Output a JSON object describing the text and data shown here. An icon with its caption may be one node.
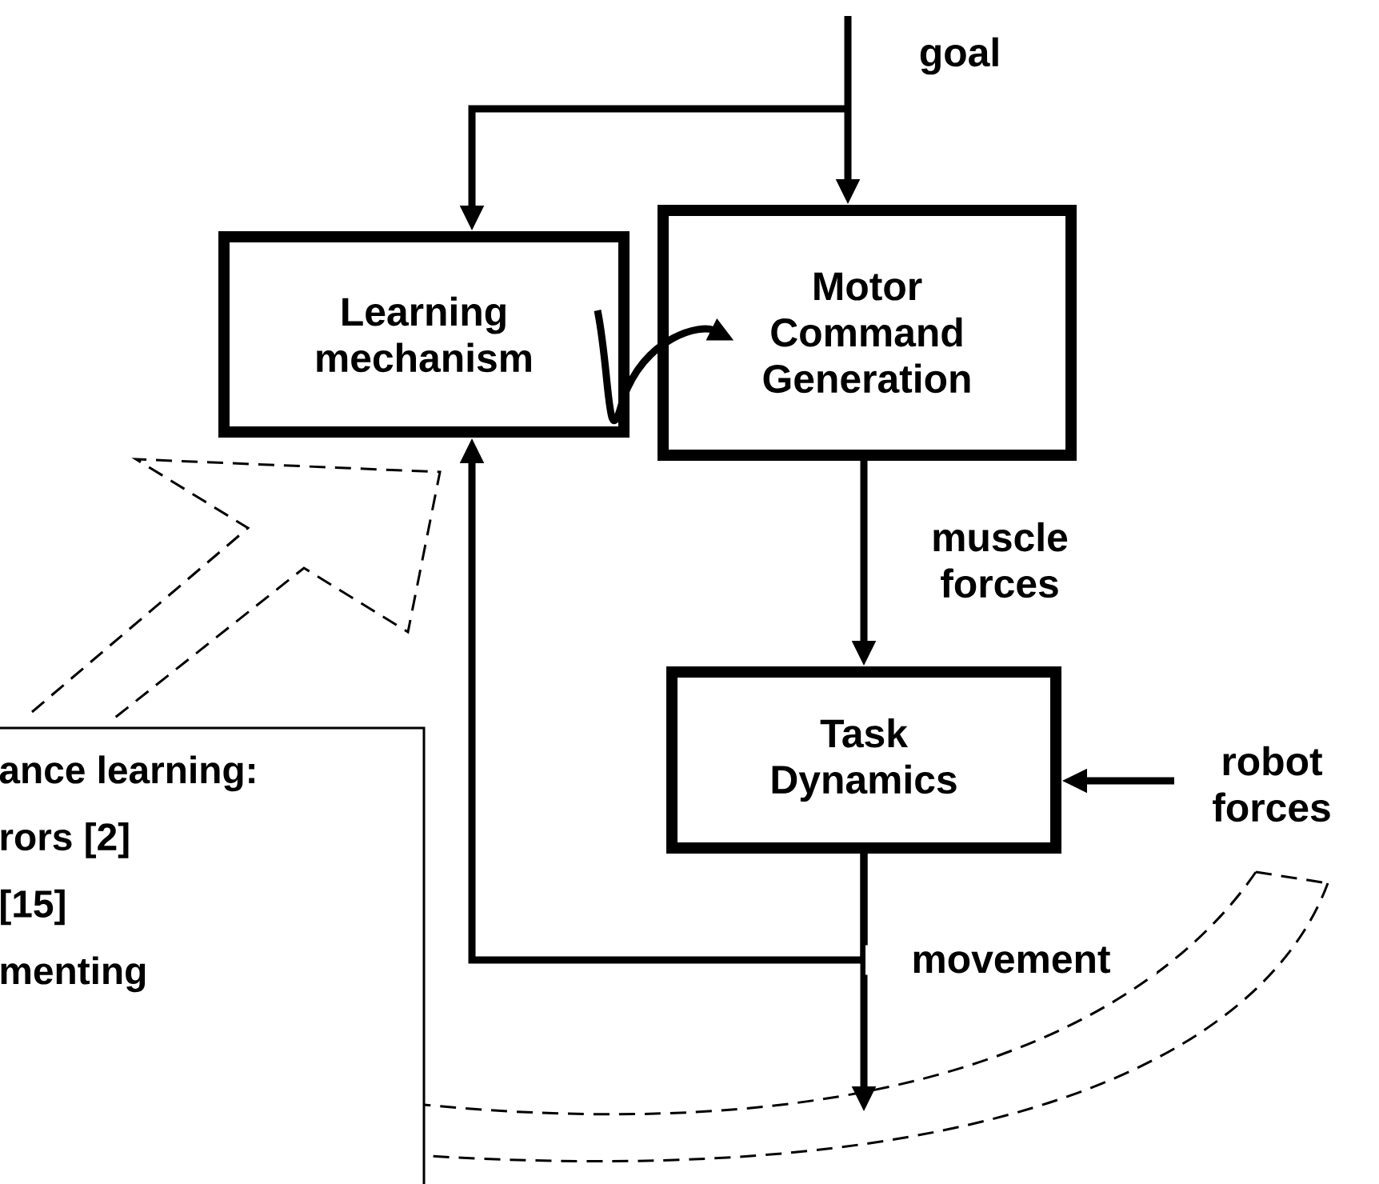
{
  "diagram": {
    "nodes": [
      {
        "text": [
          "Learning mechanism"
        ]
      },
      {
        "text": [
          "Motor Command Generation"
        ]
      },
      {
        "text": [
          "Task Dynamics"
        ]
      },
      {
        "text": [
          "ance learning:",
          "rors [2]",
          "[15]",
          "menting"
        ]
      }
    ],
    "edges": [
      {
        "from": null,
        "to": 1,
        "arrow": "to",
        "label": "goal"
      },
      {
        "from": null,
        "to": 0,
        "arrow": "to"
      },
      {
        "from": 0,
        "to": 1,
        "arrow": "to"
      },
      {
        "from": 1,
        "to": 2,
        "arrow": "to",
        "label": "muscle forces"
      },
      {
        "from": null,
        "to": 2,
        "arrow": "to",
        "label": "robot forces"
      },
      {
        "from": 2,
        "to": null,
        "arrow": "to",
        "label": "movement"
      },
      {
        "from": 2,
        "to": 0,
        "arrow": "to"
      }
    ]
  }
}
